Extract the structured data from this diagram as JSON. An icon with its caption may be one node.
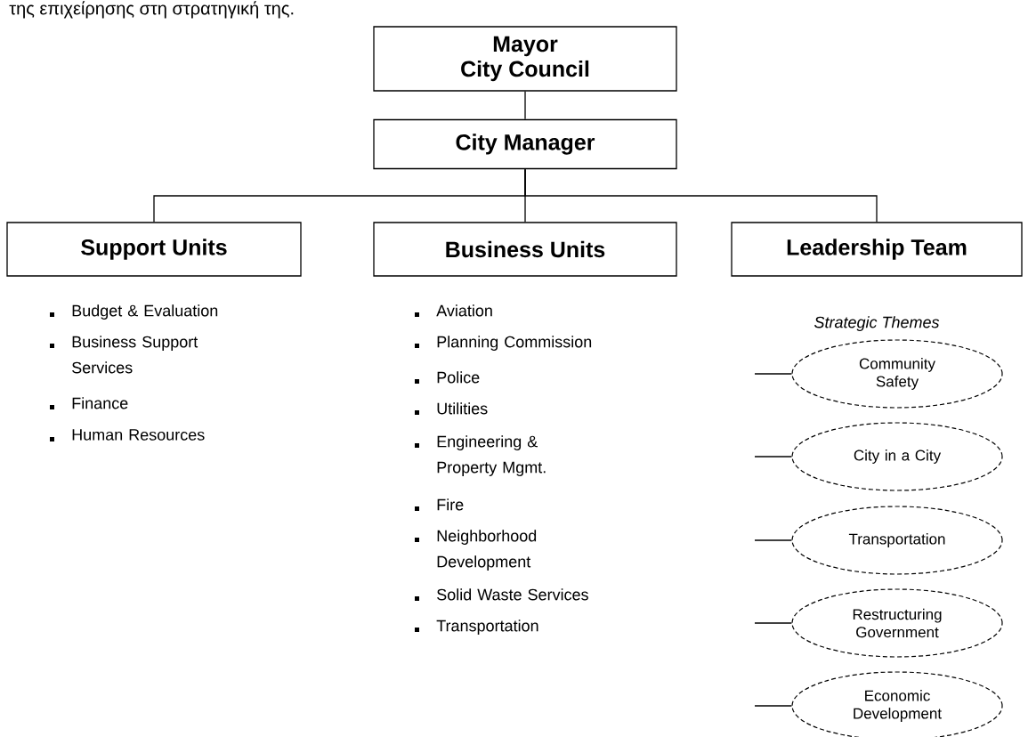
{
  "diagram": {
    "nodes": [
      {
        "text": [
          "Mayor",
          "City Council"
        ]
      },
      {
        "text": [
          "City Manager"
        ]
      },
      {
        "text": [
          "Support Units"
        ]
      },
      {
        "text": [
          "Business Units"
        ]
      },
      {
        "text": [
          "Leadership Team"
        ]
      },
      {
        "text": [
          "Community Safety"
        ]
      },
      {
        "text": [
          "City in a City"
        ]
      },
      {
        "text": [
          "Transportation"
        ]
      },
      {
        "text": [
          "Restructuring Government"
        ]
      },
      {
        "text": [
          "Economic Development"
        ]
      }
    ],
    "edges": [
      {
        "from": 0,
        "to": 1,
        "arrow": "none"
      },
      {
        "from": 1,
        "to": 2,
        "arrow": "none"
      },
      {
        "from": 1,
        "to": 3,
        "arrow": "none"
      },
      {
        "from": 1,
        "to": 4,
        "arrow": "none"
      },
      {
        "from": null,
        "to": 5,
        "arrow": "none"
      },
      {
        "from": null,
        "to": 6,
        "arrow": "none"
      },
      {
        "from": null,
        "to": 7,
        "arrow": "none"
      },
      {
        "from": null,
        "to": 8,
        "arrow": "none"
      },
      {
        "from": null,
        "to": 9,
        "arrow": "none"
      }
    ],
    "labels": [
      "της επιχείρησης στη στρατηγική της.",
      "Budget & Evaluation",
      "Business Support Services",
      "Finance",
      "Human Resources",
      "Aviation",
      "Planning Commission",
      "Police",
      "Utilities",
      "Engineering & Property Mgmt.",
      "Fire",
      "Neighborhood Development",
      "Solid Waste Services",
      "Transportation",
      "Strategic Themes"
    ]
  }
}
